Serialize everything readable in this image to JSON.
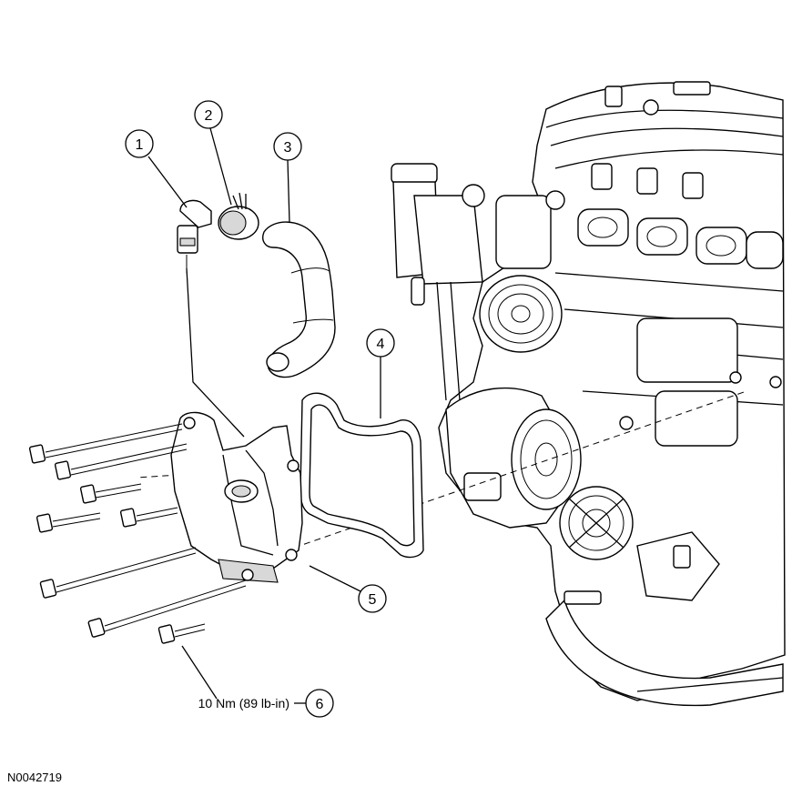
{
  "figure": {
    "id": "N0042719",
    "callouts": [
      {
        "number": "1"
      },
      {
        "number": "2"
      },
      {
        "number": "3"
      },
      {
        "number": "4"
      },
      {
        "number": "5"
      },
      {
        "number": "6",
        "label": "10 Nm (89 lb-in)"
      }
    ]
  }
}
